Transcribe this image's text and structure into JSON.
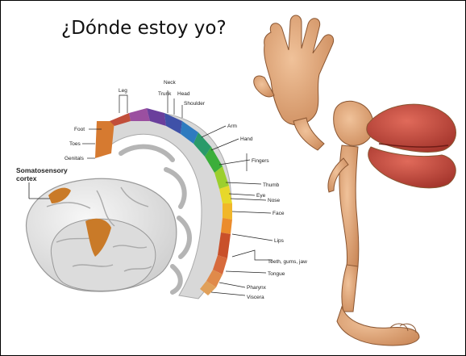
{
  "slide": {
    "title": "¿Dónde estoy yo?"
  },
  "diagram": {
    "area_label_line1": "Somatosensory",
    "area_label_line2": "cortex",
    "labels": {
      "leg": "Leg",
      "neck": "Neck",
      "trunk": "Trunk",
      "head": "Head",
      "shoulder": "Shoulder",
      "arm": "Arm",
      "hand": "Hand",
      "fingers": "Fingers",
      "thumb": "Thumb",
      "eye": "Eye",
      "nose": "Nose",
      "face": "Face",
      "lips": "Lips",
      "teeth": "Teeth, gums, jaw",
      "tongue": "Tongue",
      "pharynx": "Pharynx",
      "viscera": "Viscera",
      "foot": "Foot",
      "toes": "Toes",
      "genitals": "Genitals"
    }
  },
  "colors": {
    "brain": "#e6e6e6",
    "cortex_highlight": "#c97a28",
    "homunculus_skin": "#dfa172",
    "lips": "#c8483c"
  },
  "illustration": {
    "homunculus": "sensory-homunculus-figure"
  }
}
